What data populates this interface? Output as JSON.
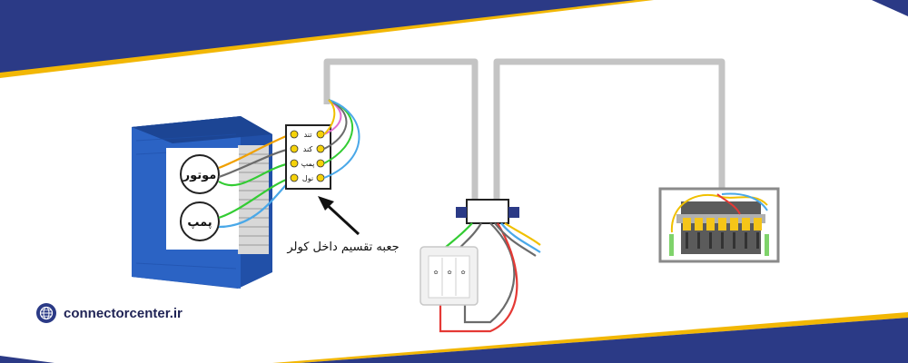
{
  "cooler": {
    "motor_label": "موتور",
    "pump_label": "پمپ"
  },
  "terminal_box": {
    "rows": [
      "تند",
      "کند",
      "پمپ",
      "نول"
    ],
    "caption": "جعبه تقسیم داخل کولر"
  },
  "brand": {
    "site": "connectorcenter.ir"
  },
  "colors": {
    "navy": "#2b3a86",
    "gold": "#f2b705",
    "wire_gray": "#c4c4c4",
    "breaker_yellow": "#f5c518"
  }
}
